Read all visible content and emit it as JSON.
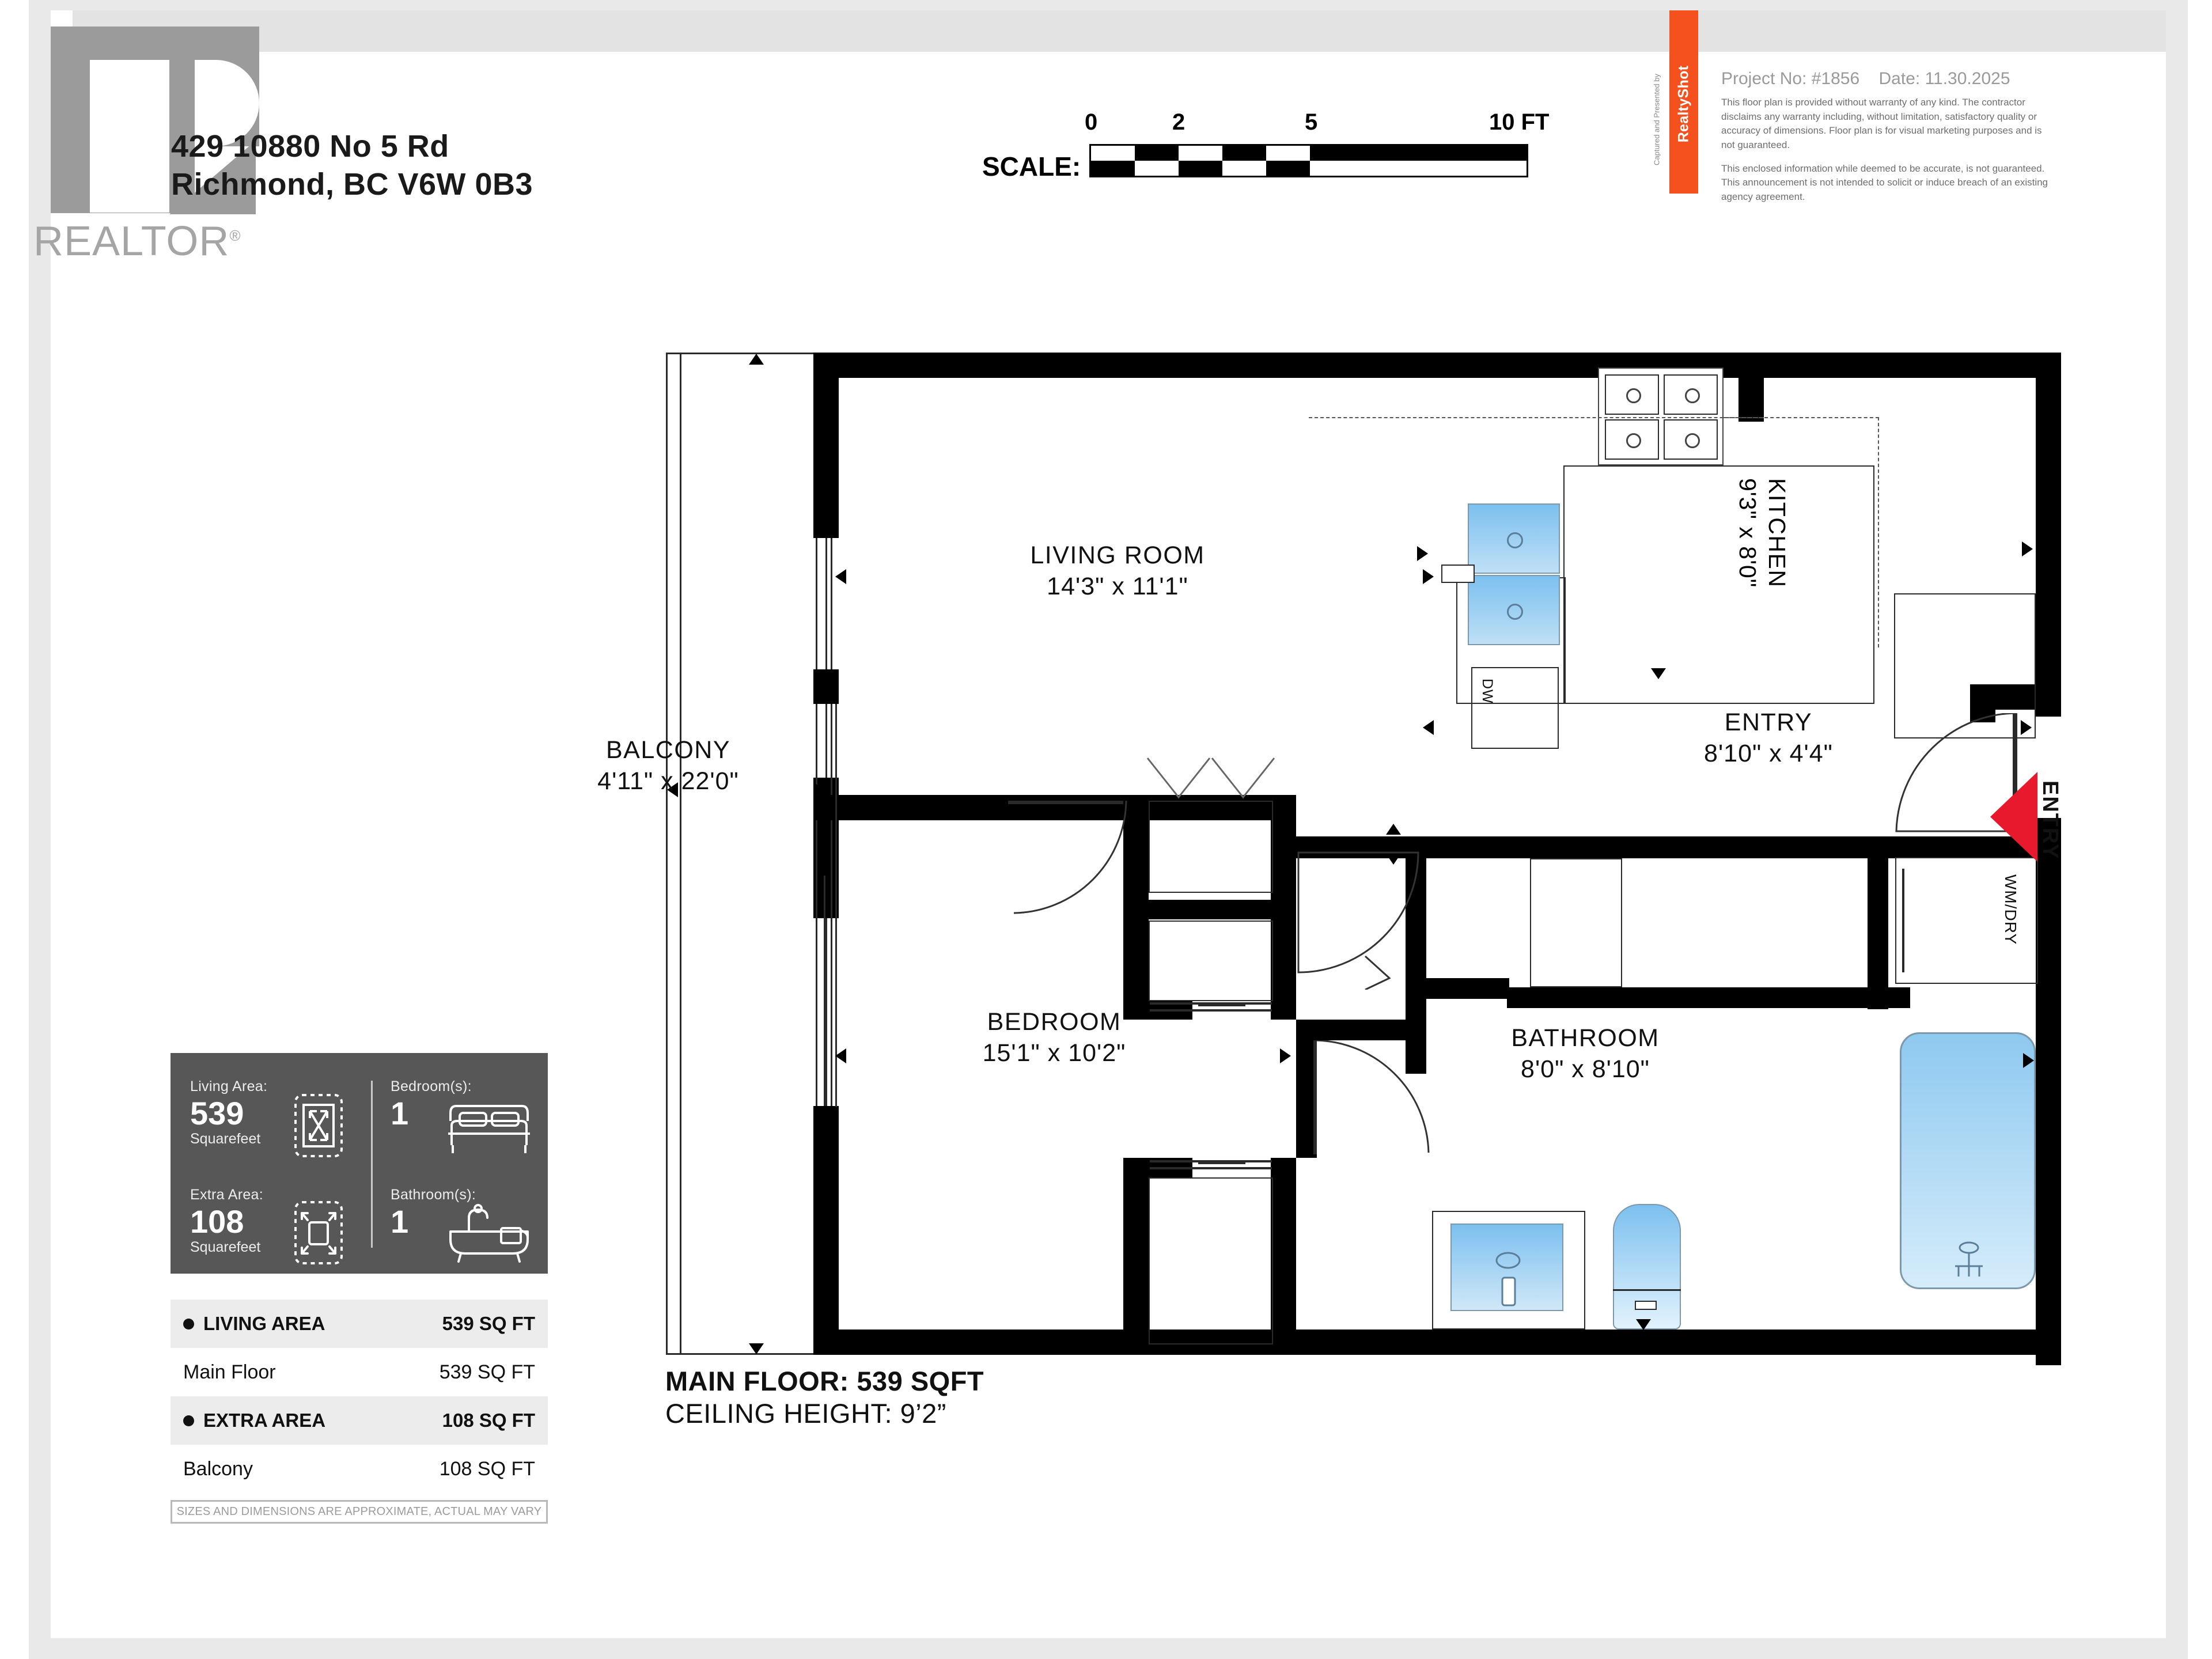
{
  "document": {
    "type": "floor-plan",
    "address_line1": "429 10880 No 5 Rd",
    "address_line2": "Richmond, BC V6W 0B3",
    "brand_name": "REALTOR",
    "brand_mark": "®"
  },
  "scale": {
    "label": "SCALE:",
    "ticks": [
      "0",
      "2",
      "5",
      "10 FT"
    ],
    "unit": "FT"
  },
  "header": {
    "captured_by": "Captured and Presented by",
    "provider": "RealtyShot",
    "project_no_label": "Project No:",
    "project_no": "#1856",
    "date_label": "Date:",
    "date": "11.30.2025",
    "disclaimer_1": "This floor plan is provided without warranty of any kind. The contractor disclaims any warranty including, without limitation, satisfactory quality or accuracy of dimensions. Floor plan is for visual marketing purposes and is not guaranteed.",
    "disclaimer_2": "This enclosed information while deemed to be accurate, is not guaranteed. This announcement is not intended to solicit or induce breach of an existing agency agreement."
  },
  "summary": {
    "living_area_label": "Living Area:",
    "living_area_value": "539",
    "living_area_unit": "Squarefeet",
    "extra_area_label": "Extra Area:",
    "extra_area_value": "108",
    "extra_area_unit": "Squarefeet",
    "bedrooms_label": "Bedroom(s):",
    "bedrooms_value": "1",
    "bathrooms_label": "Bathroom(s):",
    "bathrooms_value": "1"
  },
  "area_table": {
    "rows": [
      {
        "name": "LIVING AREA",
        "value": "539 SQ FT",
        "is_header": true
      },
      {
        "name": "Main Floor",
        "value": "539 SQ FT",
        "is_header": false
      },
      {
        "name": "EXTRA AREA",
        "value": "108 SQ FT",
        "is_header": true
      },
      {
        "name": "Balcony",
        "value": "108 SQ FT",
        "is_header": false
      }
    ],
    "note": "SIZES AND DIMENSIONS ARE APPROXIMATE, ACTUAL MAY VARY"
  },
  "plan": {
    "rooms": [
      {
        "name": "LIVING ROOM",
        "dimensions": "14'3\" x 11'1\""
      },
      {
        "name": "KITCHEN",
        "dimensions": "9'3\" x 8'0\""
      },
      {
        "name": "ENTRY",
        "dimensions": "8'10\" x 4'4\""
      },
      {
        "name": "BEDROOM",
        "dimensions": "15'1\" x 10'2\""
      },
      {
        "name": "BATHROOM",
        "dimensions": "8'0\" x 8'10\""
      },
      {
        "name": "BALCONY",
        "dimensions": "4'11\" x 22'0\""
      }
    ],
    "annotations": {
      "dishwasher": "DW",
      "washer_dryer": "WM/DRY",
      "entry_arrow": "ENTRY"
    }
  },
  "footer": {
    "main_floor": "MAIN FLOOR: 539 SQFT",
    "ceiling_height": "CEILING HEIGHT: 9’2”"
  },
  "colors": {
    "accent_orange": "#f4511e",
    "entry_red": "#e8192c",
    "wall_black": "#000000",
    "card_grey": "#575757",
    "frame_grey": "#e9e9e9"
  }
}
